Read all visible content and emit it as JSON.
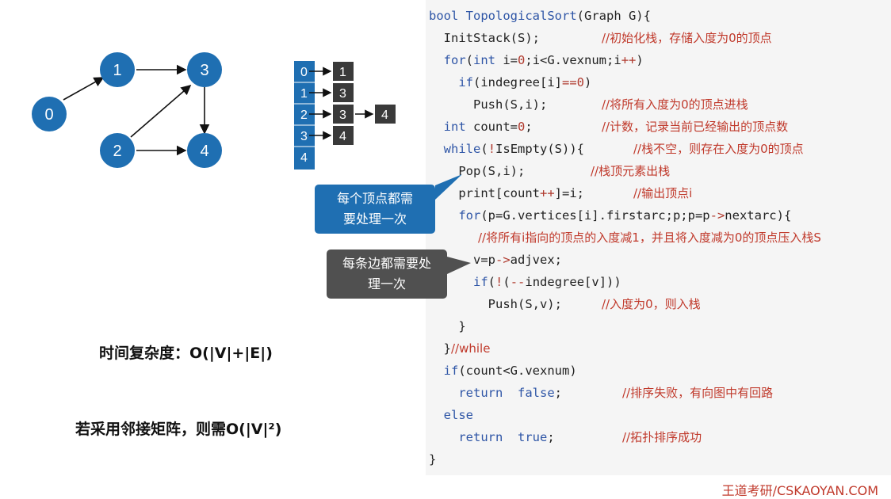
{
  "graph": {
    "nodes": [
      "0",
      "1",
      "2",
      "3",
      "4"
    ]
  },
  "adjacency": {
    "vertices": [
      "0",
      "1",
      "2",
      "3",
      "4"
    ],
    "edges": [
      [
        "1"
      ],
      [
        "3"
      ],
      [
        "3",
        "4"
      ],
      [
        "4"
      ],
      []
    ]
  },
  "code": {
    "lines": [
      "bool TopologicalSort(Graph G){",
      "  InitStack(S);",
      "  for(int i=0;i<G.vexnum;i++)",
      "    if(indegree[i]==0)",
      "      Push(S,i);",
      "  int count=0;",
      "  while(!IsEmpty(S)){",
      "    Pop(S,i);",
      "    print[count++]=i;",
      "    for(p=G.vertices[i].firstarc;p;p=p->nextarc){",
      "      ",
      "      v=p->adjvex;",
      "      if(!(--indegree[v]))",
      "        Push(S,v);",
      "    }",
      "  }",
      "  if(count<G.vexnum)",
      "    return  false;",
      "  else",
      "    return  true;",
      "}"
    ],
    "comments": {
      "c1": "//初始化栈，存储入度为0的顶点",
      "c4": "//将所有入度为0的顶点进栈",
      "c5": "//计数，记录当前已经输出的顶点数",
      "c6": "//栈不空，则存在入度为0的顶点",
      "c7": "//栈顶元素出栈",
      "c8": "//输出顶点i",
      "c10": "//将所有i指向的顶点的入度减1，并且将入度减为0的顶点压入栈S",
      "c13": "//入度为0，则入栈",
      "c15": "//while",
      "c17": "//排序失败，有向图中有回路",
      "c19": "//拓扑排序成功"
    }
  },
  "callouts": {
    "vertex": "每个顶点都需要处理一次",
    "edge": "每条边都需要处理一次"
  },
  "complexity": {
    "time": "时间复杂度：O(|V|+|E|)",
    "matrix": "若采用邻接矩阵，则需O(|V|²)"
  },
  "footer": "王道考研/CSKAOYAN.COM",
  "colors": {
    "node": "#1f6fb2",
    "adj_dark": "#3a3a3a",
    "comment": "#c0392b",
    "keyword": "#2e55a6"
  }
}
